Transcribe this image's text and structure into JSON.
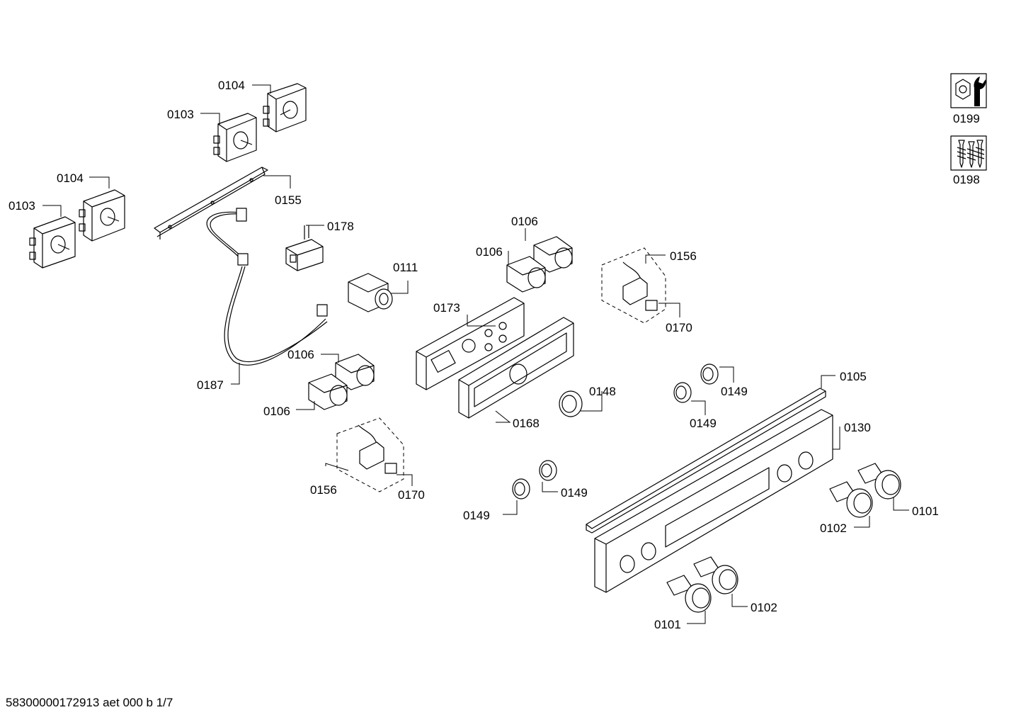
{
  "labels": {
    "l0104a": "0104",
    "l0103a": "0103",
    "l0104b": "0104",
    "l0103b": "0103",
    "l0155": "0155",
    "l0178": "0178",
    "l0111": "0111",
    "l0187": "0187",
    "l0106a": "0106",
    "l0106b": "0106",
    "l0106c": "0106",
    "l0106d": "0106",
    "l0173": "0173",
    "l0168": "0168",
    "l0148": "0148",
    "l0156a": "0156",
    "l0170a": "0170",
    "l0156b": "0156",
    "l0170b": "0170",
    "l0149a": "0149",
    "l0149b": "0149",
    "l0149c": "0149",
    "l0149d": "0149",
    "l0105": "0105",
    "l0130": "0130",
    "l0101a": "0101",
    "l0102a": "0102",
    "l0102b": "0102",
    "l0101b": "0101",
    "l0199": "0199",
    "l0198": "0198"
  },
  "footer": "58300000172913 aet 000 b 1/7",
  "icons": {
    "tool": "nut-wrench-icon",
    "screws": "screws-icon"
  }
}
